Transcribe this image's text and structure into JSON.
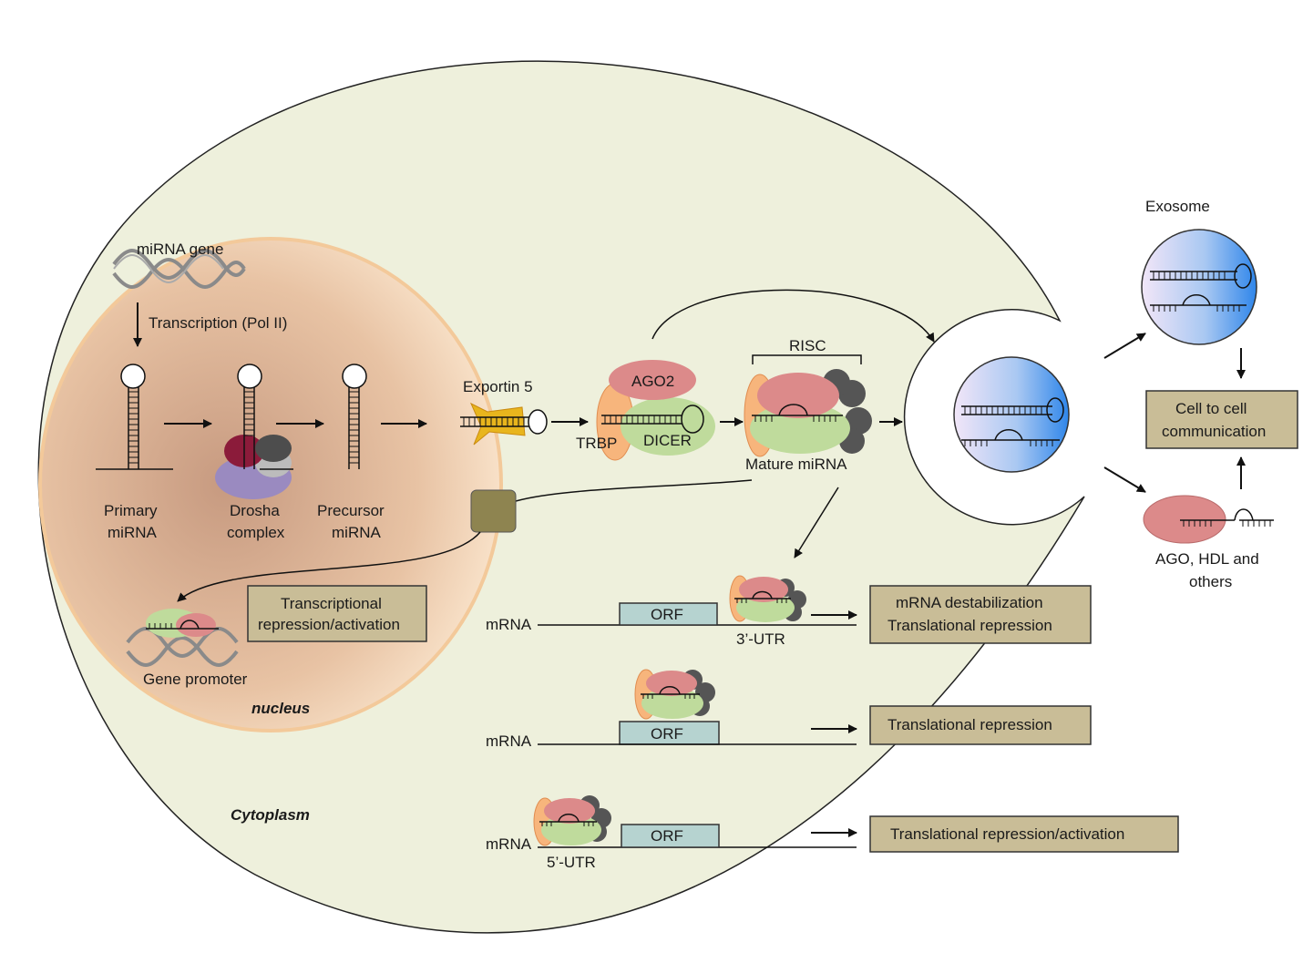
{
  "labels": {
    "mirna_gene": "miRNA gene",
    "transcription": "Transcription (Pol II)",
    "primary_1": "Primary",
    "primary_2": "miRNA",
    "drosha_1": "Drosha",
    "drosha_2": "complex",
    "precursor_1": "Precursor",
    "precursor_2": "miRNA",
    "exportin": "Exportin 5",
    "ago2": "AGO2",
    "trbp": "TRBP",
    "dicer": "DICER",
    "risc": "RISC",
    "mature": "Mature miRNA",
    "gene_promoter": "Gene promoter",
    "nucleus": "nucleus",
    "cytoplasm": "Cytoplasm",
    "mrna": "mRNA",
    "orf": "ORF",
    "utr3": "3’-UTR",
    "utr5": "5’-UTR",
    "exosome": "Exosome",
    "ago_hdl_1": "AGO, HDL and",
    "ago_hdl_2": "others"
  },
  "boxes": {
    "transcriptional_1": "Transcriptional",
    "transcriptional_2": "repression/activation",
    "destab_1": "mRNA destabilization",
    "destab_2": "Translational repression",
    "translational": "Translational repression",
    "translational_act": "Translational repression/activation",
    "cell_comm_1": "Cell to cell",
    "cell_comm_2": "communication"
  },
  "colors": {
    "cell_fill": "#eef0dc",
    "nucleus_inner": "#cfa284",
    "nucleus_outer": "#f6dcc0",
    "nucleus_edge": "#f3c99a",
    "box_fill": "#c9bd97",
    "orf_fill": "#b6d3d0",
    "ago_pink": "#dc8a8a",
    "dicer_green": "#bfdb9c",
    "trbp_orange": "#f7b57c",
    "risc_gray": "#555555",
    "drosha_red": "#8b1b3a",
    "drosha_purple": "#9a8ac0",
    "exportin_yellow": "#e8b51d",
    "exosome_blue": "#3f8ee8",
    "exosome_lilac": "#e9dcf4",
    "signal_square": "#8e8450"
  }
}
